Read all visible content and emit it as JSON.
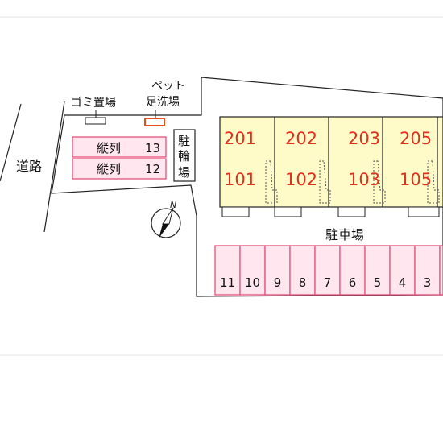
{
  "labels": {
    "road": "道路",
    "garbage": "ゴミ置場",
    "pet_wash_line1": "ペット",
    "pet_wash_line2": "足洗場",
    "bicycle_parking": [
      "駐",
      "輪",
      "場"
    ],
    "parking": "駐車場",
    "north": "N"
  },
  "tandem_rows": [
    {
      "label": "縦列",
      "number": "13"
    },
    {
      "label": "縦列",
      "number": "12"
    }
  ],
  "building_units": [
    {
      "upper": "201",
      "lower": "101"
    },
    {
      "upper": "202",
      "lower": "102"
    },
    {
      "upper": "203",
      "lower": "103"
    },
    {
      "upper": "205",
      "lower": "105"
    }
  ],
  "parking_spaces": [
    "11",
    "10",
    "9",
    "8",
    "7",
    "6",
    "5",
    "4",
    "3"
  ],
  "colors": {
    "building_fill": "#fffbc8",
    "room_number": "#e0301e",
    "parking_fill": "#ffe6ef",
    "parking_stroke": "#e8507a",
    "pet_wash": "#e8501e",
    "outline": "#222222"
  }
}
